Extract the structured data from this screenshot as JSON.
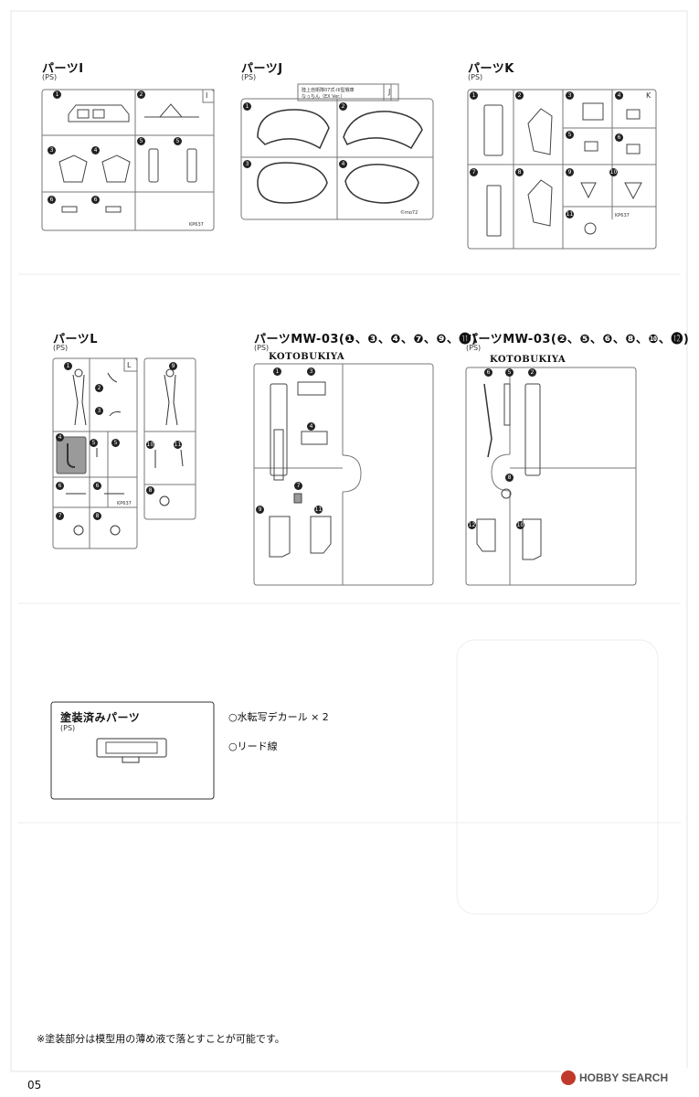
{
  "panels": {
    "i": {
      "title": "パーツI",
      "material": "(PS)",
      "letter": "I",
      "code": "KP637",
      "nums": [
        "1",
        "2",
        "3",
        "4",
        "5",
        "5",
        "6",
        "6"
      ]
    },
    "j": {
      "title": "パーツJ",
      "material": "(PS)",
      "letter": "J",
      "label_line1": "陸上自衛隊07式-III型戦車",
      "label_line2": "なっちん（EX Ver.）",
      "copyright": "©mo72",
      "nums": [
        "1",
        "2",
        "3",
        "4"
      ]
    },
    "k": {
      "title": "パーツK",
      "material": "(PS)",
      "letter": "K",
      "code": "KP637",
      "nums": [
        "1",
        "2",
        "3",
        "4",
        "5",
        "6",
        "7",
        "8",
        "9",
        "10",
        "11"
      ]
    },
    "l": {
      "title": "パーツL",
      "material": "(PS)",
      "letter": "L",
      "code": "KP637",
      "nums": [
        "1",
        "2",
        "3",
        "4",
        "5",
        "5",
        "6",
        "6",
        "7",
        "8",
        "8",
        "9",
        "10",
        "11"
      ]
    },
    "mw1": {
      "title": "パーツMW-03(❶、❸、❹、❼、❾、⓫)",
      "material": "(PS)",
      "brand": "KOTOBUKIYA",
      "nums": [
        "1",
        "3",
        "4",
        "7",
        "9",
        "11"
      ]
    },
    "mw2": {
      "title": "パーツMW-03(❷、❺、❻、❽、❿、⓬)",
      "material": "(PS)",
      "brand": "KOTOBUKIYA",
      "nums": [
        "6",
        "5",
        "2",
        "8",
        "12",
        "10"
      ]
    },
    "painted": {
      "title": "塗装済みパーツ",
      "material": "(PS)"
    }
  },
  "extras": {
    "decal": "○水転写デカール × 2",
    "lead": "○リード線"
  },
  "footnote": "※塗装部分は模型用の薄め液で落とすことが可能です。",
  "page_number": "05",
  "watermark": "HOBBY SEARCH",
  "colors": {
    "line": "#555555",
    "fill": "#9a9a9a",
    "bg": "#ffffff"
  }
}
